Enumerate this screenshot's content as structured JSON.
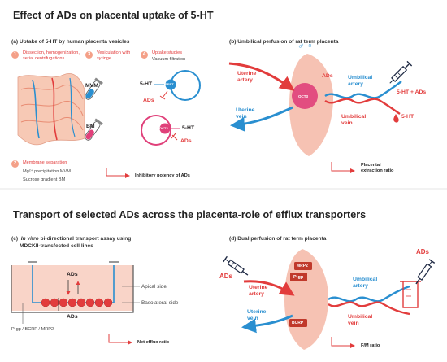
{
  "top": {
    "title": "Effect of ADs on placental uptake of 5-HT",
    "panel_a": {
      "title": "(a)  Uptake of 5-HT by human placenta vesicles",
      "steps": [
        {
          "n": "1",
          "text": "Dissection, homogenization, serial centrifugations"
        },
        {
          "n": "3",
          "text": "Vesiculation with syringe"
        },
        {
          "n": "4",
          "text": "Uptake studies",
          "subtext": "Vacuum filtration"
        },
        {
          "n": "2",
          "text": "Membrane separation"
        }
      ],
      "mvm": "MVM",
      "bm": "BM",
      "sert": "SERT",
      "oct3": "OCT3",
      "ht": "5-HT",
      "ads": "ADs",
      "mg_line": "Mg²⁺ precipitation MVM",
      "sucrose_line": "Sucrose gradient BM",
      "result": "Inhibitory potency of ADs"
    },
    "panel_b": {
      "title": "(b)  Umbilical perfusion of rat term placenta",
      "sex_symbols": "♂ ♀",
      "uterine_artery": "Uterine\nartery",
      "uterine_vein": "Uterine\nvein",
      "umbilical_artery": "Umbilical\nartery",
      "umbilical_vein": "Umbilical\nvein",
      "oct3": "OCT3",
      "ads": "ADs",
      "ht_ads": "5-HT + ADs",
      "ht": "5-HT",
      "result": "Placental\nextraction ratio"
    }
  },
  "bottom": {
    "title": "Transport of selected ADs across the placenta-role of efflux transporters",
    "panel_c": {
      "title_italic": "In vitro",
      "title_rest": " bi-directional transport assay using",
      "title_line2": "MDCKII-transfected cell lines",
      "ads_top": "ADs",
      "ads_bottom": "ADs",
      "apical": "Apical side",
      "basolateral": "Basolateral side",
      "transporters": "P-gp / BCRP / MRP2",
      "result": "Net efflux ratio"
    },
    "panel_d": {
      "title": "(d)  Dual perfusion of rat term placenta",
      "ads_left": "ADs",
      "ads_right": "ADs",
      "uterine_artery": "Uterine\nartery",
      "uterine_vein": "Uterine\nvein",
      "umbilical_artery": "Umbilical\nartery",
      "umbilical_vein": "Umbilical\nvein",
      "mrp2": "MRP2",
      "pgp": "P-gp",
      "bcrp": "BCRP",
      "result": "F/M ratio"
    }
  },
  "colors": {
    "red": "#e23c3c",
    "blue": "#2a8fd0",
    "placenta": "#f4b7a6",
    "pink": "#e0407a",
    "navy": "#1f3a5f"
  }
}
